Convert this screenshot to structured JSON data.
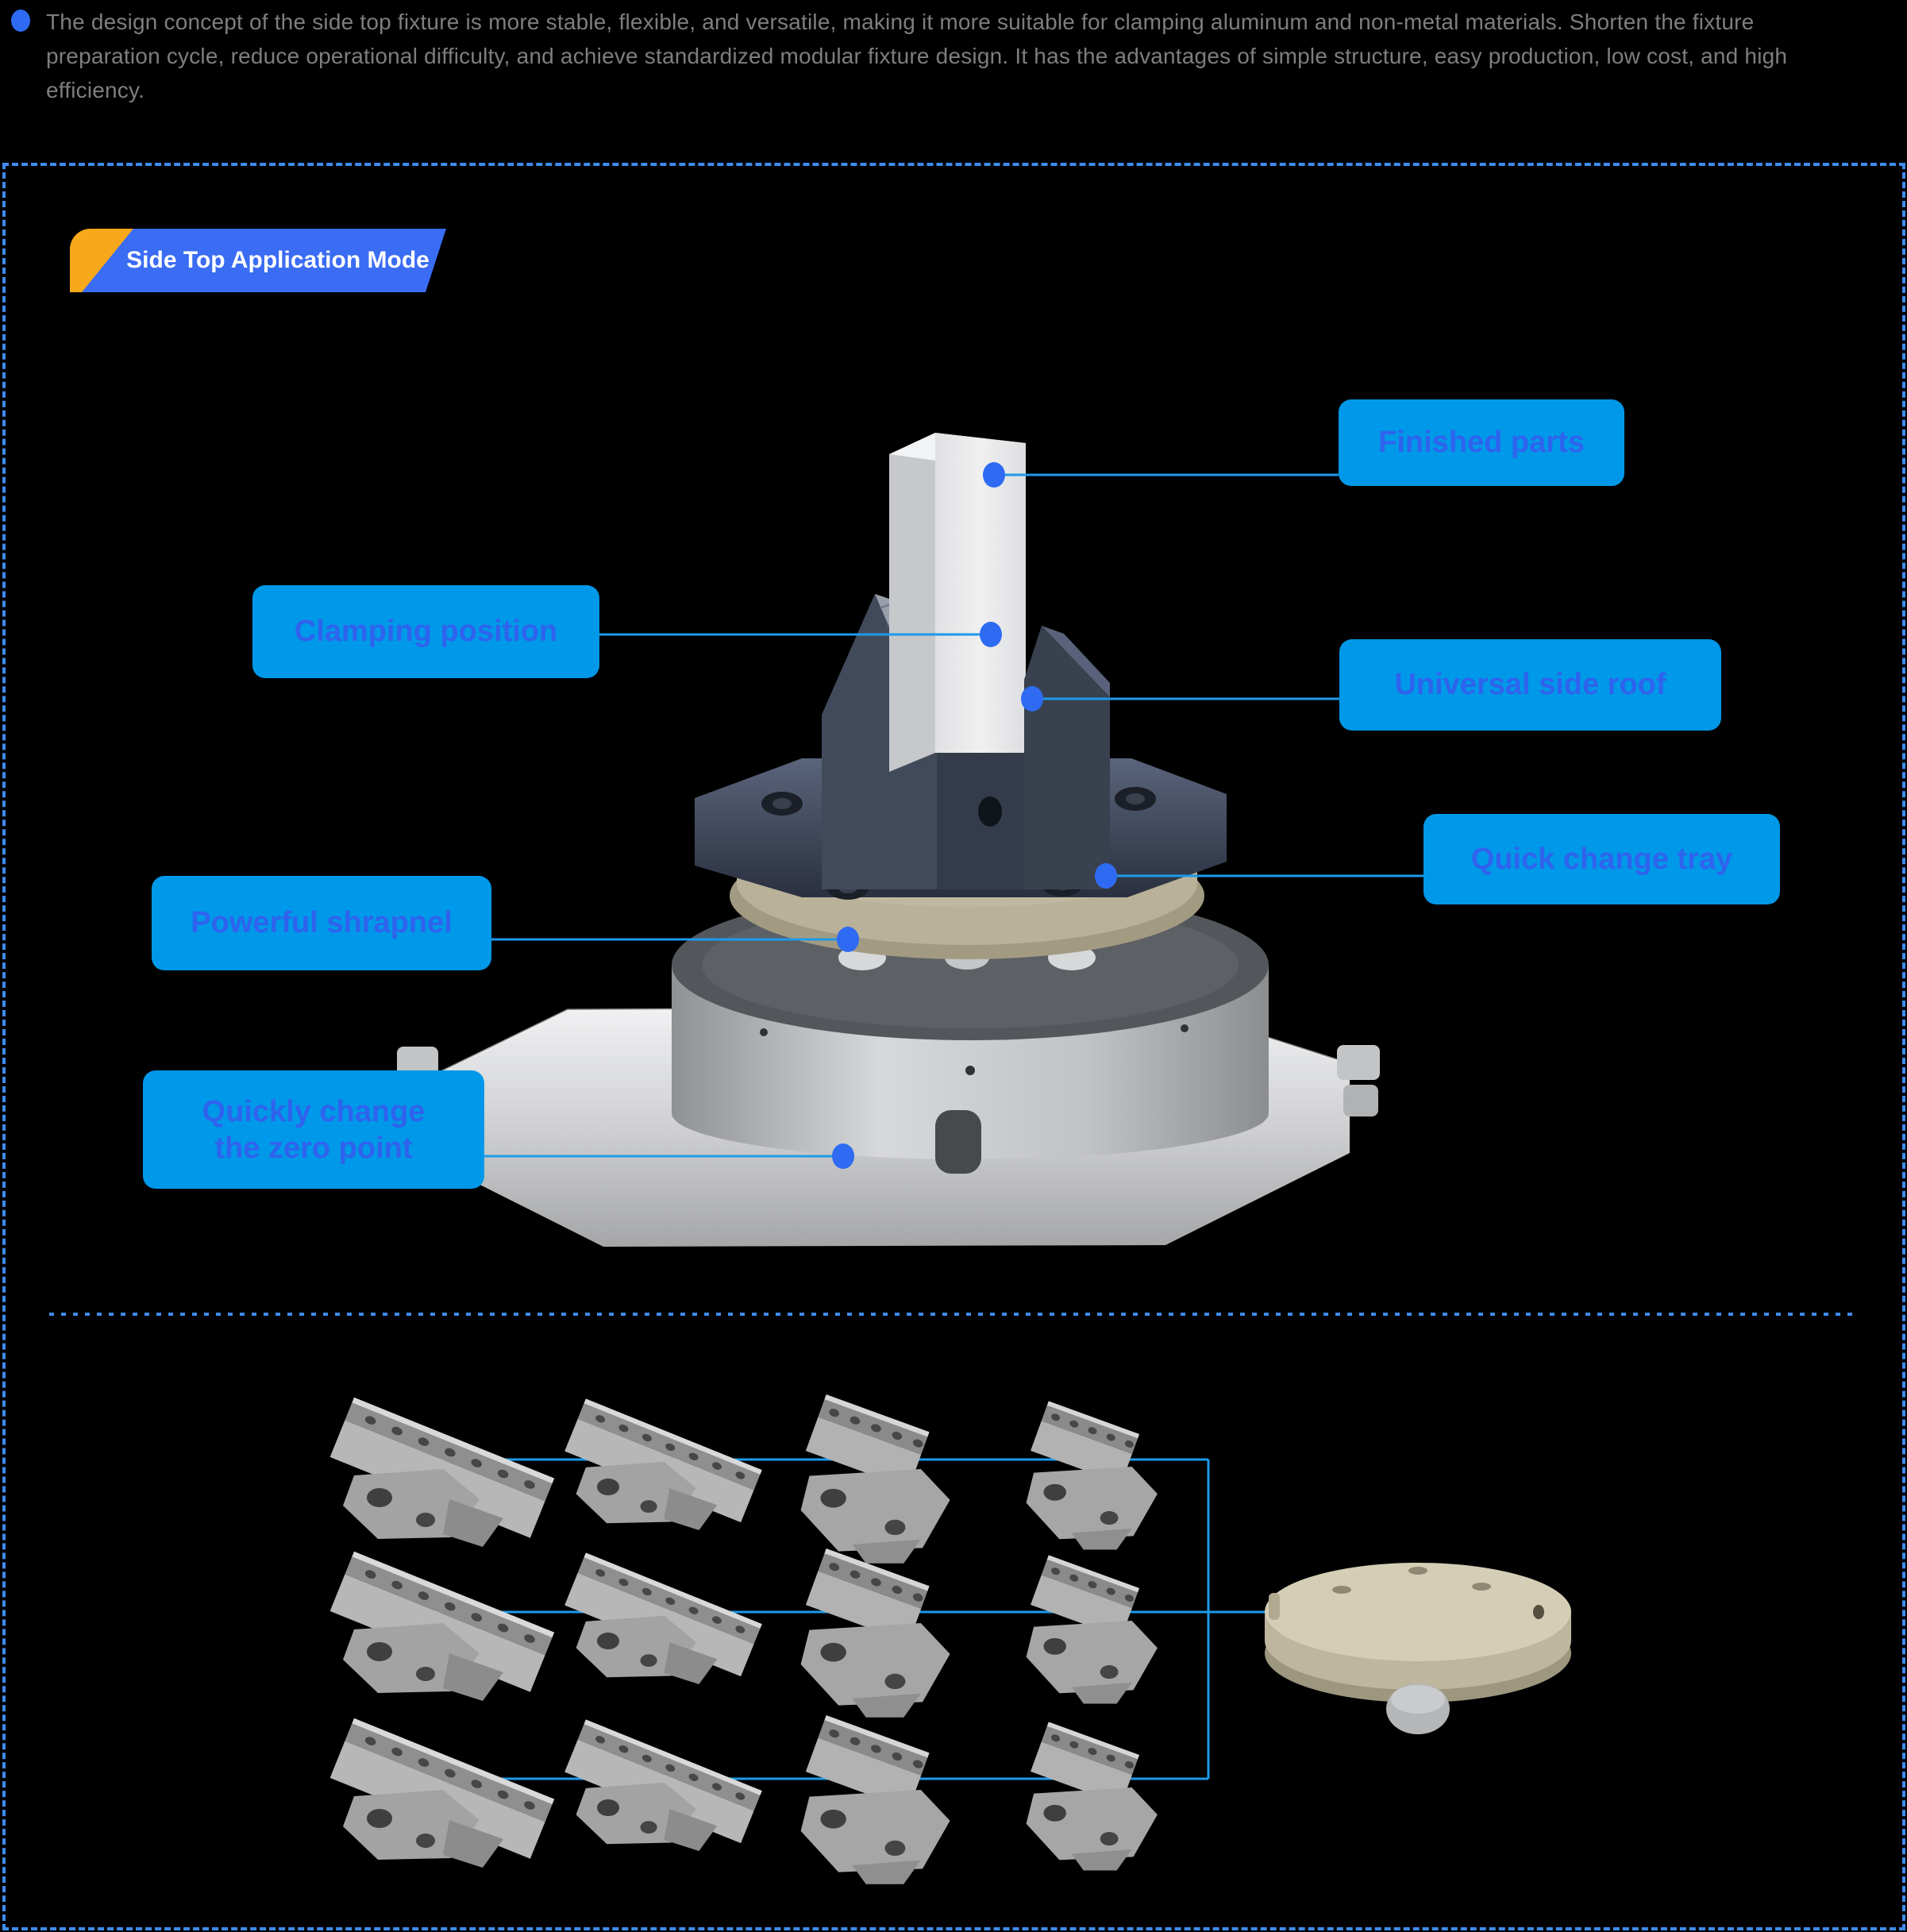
{
  "colors": {
    "background": "#000000",
    "accent_blue": "#2e6bf2",
    "label_box_fill": "#0098e8",
    "label_text": "#2f63ee",
    "banner_blue": "#3a6cf4",
    "banner_yellow": "#f7a81b",
    "callout_line": "#1d9ae9",
    "frame_dash": "#3e8cee",
    "paragraph_text": "#7e7e7e"
  },
  "intro": {
    "text": "The design concept of the side top fixture is more stable, flexible, and versatile, making it more suitable for clamping aluminum and non-metal materials. Shorten the fixture preparation cycle, reduce operational difficulty, and achieve standardized modular fixture design. It has the advantages of simple structure, easy production, low cost, and high efficiency."
  },
  "section": {
    "title": "Side Top Application Mode"
  },
  "callouts": [
    {
      "label": "Finished parts"
    },
    {
      "label": "Clamping position"
    },
    {
      "label": "Universal side roof"
    },
    {
      "label": "Quick change tray"
    },
    {
      "label": "Powerful shrapnel"
    },
    {
      "label": "Quickly change the zero point",
      "lines": [
        "Quickly change",
        "the zero point"
      ]
    }
  ],
  "variant_grid": {
    "rows": 3,
    "columns": 4
  }
}
